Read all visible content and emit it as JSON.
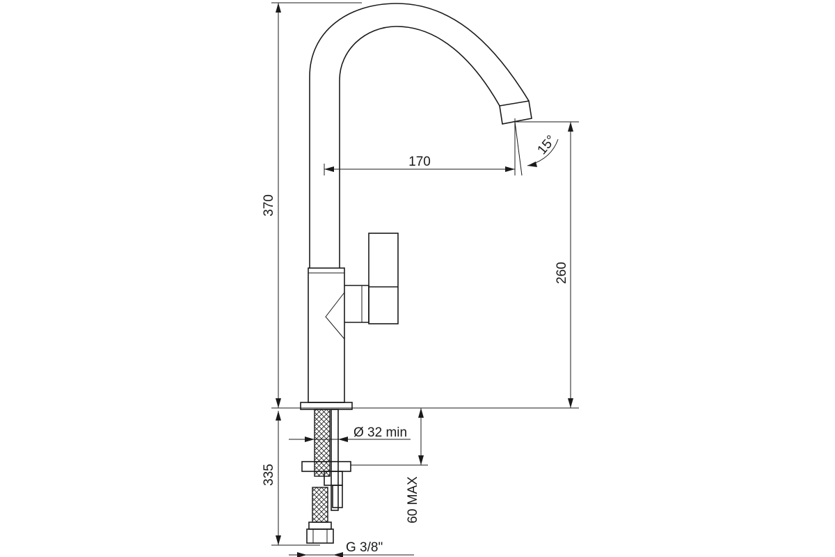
{
  "dimensions": {
    "total_height": "370",
    "spout_reach": "170",
    "spout_angle": "15°",
    "spout_height": "260",
    "below_deck": "335",
    "hole_diameter": "Ø 32 min",
    "deck_thickness": "60 MAX",
    "thread": "G 3/8\""
  },
  "colors": {
    "line": "#1a1a1a",
    "background": "#ffffff"
  }
}
